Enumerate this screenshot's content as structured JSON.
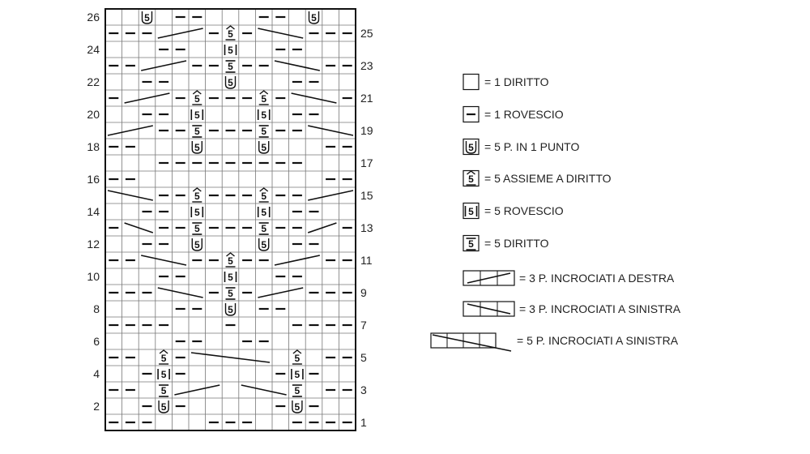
{
  "chart": {
    "cols": 15,
    "rows": 26,
    "right_row_numbers": [
      25,
      23,
      21,
      19,
      17,
      15,
      13,
      11,
      9,
      7,
      5,
      3,
      1
    ],
    "left_row_numbers": [
      26,
      24,
      22,
      20,
      18,
      16,
      14,
      12,
      10,
      8,
      6,
      4,
      2
    ],
    "purl_runs": {
      "1": [
        [
          1,
          3
        ],
        [
          7,
          9
        ],
        [
          12,
          15
        ]
      ],
      "2": [
        [
          3,
          3
        ],
        [
          5,
          5
        ],
        [
          11,
          11
        ],
        [
          13,
          13
        ]
      ],
      "3": [
        [
          1,
          2
        ],
        [
          4,
          4
        ],
        [
          12,
          12
        ],
        [
          14,
          15
        ]
      ],
      "4": [
        [
          3,
          3
        ],
        [
          5,
          5
        ],
        [
          11,
          11
        ],
        [
          13,
          13
        ]
      ],
      "5": [
        [
          1,
          2
        ],
        [
          4,
          5
        ],
        [
          12,
          12
        ],
        [
          14,
          15
        ]
      ],
      "6": [
        [
          5,
          6
        ],
        [
          9,
          10
        ]
      ],
      "7": [
        [
          1,
          4
        ],
        [
          8,
          8
        ],
        [
          12,
          15
        ]
      ],
      "8": [
        [
          5,
          6
        ],
        [
          10,
          11
        ]
      ],
      "9": [
        [
          1,
          3
        ],
        [
          7,
          7
        ],
        [
          9,
          9
        ],
        [
          13,
          15
        ]
      ],
      "10": [
        [
          4,
          5
        ],
        [
          11,
          12
        ]
      ],
      "11": [
        [
          1,
          2
        ],
        [
          6,
          7
        ],
        [
          9,
          10
        ],
        [
          14,
          15
        ]
      ],
      "12": [
        [
          3,
          4
        ],
        [
          6,
          6
        ],
        [
          10,
          10
        ],
        [
          12,
          13
        ]
      ],
      "13": [
        [
          1,
          1
        ],
        [
          4,
          5
        ],
        [
          7,
          9
        ],
        [
          11,
          12
        ],
        [
          15,
          15
        ]
      ],
      "14": [
        [
          3,
          4
        ],
        [
          6,
          6
        ],
        [
          10,
          10
        ],
        [
          12,
          13
        ]
      ],
      "15": [
        [
          4,
          5
        ],
        [
          7,
          9
        ],
        [
          11,
          12
        ]
      ],
      "16": [
        [
          1,
          2
        ],
        [
          14,
          15
        ]
      ],
      "17": [
        [
          4,
          12
        ]
      ],
      "18": [
        [
          1,
          2
        ],
        [
          14,
          15
        ]
      ],
      "19": [
        [
          4,
          5
        ],
        [
          7,
          9
        ],
        [
          11,
          12
        ]
      ],
      "20": [
        [
          3,
          4
        ],
        [
          6,
          6
        ],
        [
          10,
          10
        ],
        [
          12,
          13
        ]
      ],
      "21": [
        [
          1,
          1
        ],
        [
          5,
          5
        ],
        [
          7,
          9
        ],
        [
          11,
          11
        ],
        [
          15,
          15
        ]
      ],
      "22": [
        [
          3,
          4
        ],
        [
          12,
          13
        ]
      ],
      "23": [
        [
          1,
          2
        ],
        [
          6,
          7
        ],
        [
          9,
          10
        ],
        [
          14,
          15
        ]
      ],
      "24": [
        [
          4,
          5
        ],
        [
          11,
          12
        ]
      ],
      "25": [
        [
          1,
          3
        ],
        [
          7,
          7
        ],
        [
          9,
          9
        ],
        [
          13,
          15
        ]
      ],
      "26": [
        [
          5,
          6
        ],
        [
          10,
          11
        ]
      ]
    },
    "symbols": [
      {
        "row": 2,
        "col": 4,
        "type": "inc5"
      },
      {
        "row": 2,
        "col": 12,
        "type": "inc5"
      },
      {
        "row": 3,
        "col": 4,
        "type": "knit5"
      },
      {
        "row": 3,
        "col": 12,
        "type": "knit5"
      },
      {
        "row": 4,
        "col": 4,
        "type": "purl5"
      },
      {
        "row": 4,
        "col": 12,
        "type": "purl5"
      },
      {
        "row": 5,
        "col": 4,
        "type": "dec5"
      },
      {
        "row": 5,
        "col": 12,
        "type": "dec5"
      },
      {
        "row": 8,
        "col": 8,
        "type": "inc5"
      },
      {
        "row": 9,
        "col": 8,
        "type": "knit5"
      },
      {
        "row": 10,
        "col": 8,
        "type": "purl5"
      },
      {
        "row": 11,
        "col": 8,
        "type": "dec5"
      },
      {
        "row": 12,
        "col": 6,
        "type": "inc5"
      },
      {
        "row": 12,
        "col": 10,
        "type": "inc5"
      },
      {
        "row": 13,
        "col": 6,
        "type": "knit5"
      },
      {
        "row": 13,
        "col": 10,
        "type": "knit5"
      },
      {
        "row": 14,
        "col": 6,
        "type": "purl5"
      },
      {
        "row": 14,
        "col": 10,
        "type": "purl5"
      },
      {
        "row": 15,
        "col": 6,
        "type": "dec5"
      },
      {
        "row": 15,
        "col": 10,
        "type": "dec5"
      },
      {
        "row": 18,
        "col": 6,
        "type": "inc5"
      },
      {
        "row": 18,
        "col": 10,
        "type": "inc5"
      },
      {
        "row": 19,
        "col": 6,
        "type": "knit5"
      },
      {
        "row": 19,
        "col": 10,
        "type": "knit5"
      },
      {
        "row": 20,
        "col": 6,
        "type": "purl5"
      },
      {
        "row": 20,
        "col": 10,
        "type": "purl5"
      },
      {
        "row": 21,
        "col": 6,
        "type": "dec5"
      },
      {
        "row": 21,
        "col": 10,
        "type": "dec5"
      },
      {
        "row": 22,
        "col": 8,
        "type": "inc5"
      },
      {
        "row": 23,
        "col": 8,
        "type": "knit5"
      },
      {
        "row": 24,
        "col": 8,
        "type": "purl5"
      },
      {
        "row": 25,
        "col": 8,
        "type": "dec5"
      },
      {
        "row": 26,
        "col": 3,
        "type": "inc5"
      },
      {
        "row": 26,
        "col": 13,
        "type": "inc5"
      }
    ],
    "cables": [
      {
        "row": 3,
        "from": 5,
        "to": 7,
        "dir": "right"
      },
      {
        "row": 3,
        "from": 9,
        "to": 11,
        "dir": "left"
      },
      {
        "row": 5,
        "from": 6,
        "to": 10,
        "dir": "left"
      },
      {
        "row": 9,
        "from": 4,
        "to": 6,
        "dir": "left"
      },
      {
        "row": 9,
        "from": 10,
        "to": 12,
        "dir": "right"
      },
      {
        "row": 11,
        "from": 3,
        "to": 5,
        "dir": "left"
      },
      {
        "row": 11,
        "from": 11,
        "to": 13,
        "dir": "right"
      },
      {
        "row": 13,
        "from": 2,
        "to": 3,
        "dir": "left"
      },
      {
        "row": 13,
        "from": 13,
        "to": 14,
        "dir": "right"
      },
      {
        "row": 15,
        "from": 1,
        "to": 3,
        "dir": "left"
      },
      {
        "row": 15,
        "from": 13,
        "to": 15,
        "dir": "right"
      },
      {
        "row": 19,
        "from": 1,
        "to": 3,
        "dir": "right"
      },
      {
        "row": 19,
        "from": 13,
        "to": 15,
        "dir": "left"
      },
      {
        "row": 21,
        "from": 2,
        "to": 4,
        "dir": "right"
      },
      {
        "row": 21,
        "from": 12,
        "to": 14,
        "dir": "left"
      },
      {
        "row": 23,
        "from": 3,
        "to": 5,
        "dir": "right"
      },
      {
        "row": 23,
        "from": 11,
        "to": 13,
        "dir": "left"
      },
      {
        "row": 25,
        "from": 4,
        "to": 6,
        "dir": "right"
      },
      {
        "row": 25,
        "from": 10,
        "to": 12,
        "dir": "left"
      }
    ]
  },
  "legend": [
    {
      "kind": "knit",
      "label": "= 1 DIRITTO"
    },
    {
      "kind": "purl",
      "label": "= 1 ROVESCIO"
    },
    {
      "kind": "inc5",
      "label": "= 5 P. IN 1 PUNTO"
    },
    {
      "kind": "dec5",
      "label": "= 5 ASSIEME A DIRITTO"
    },
    {
      "kind": "purl5",
      "label": "= 5 ROVESCIO"
    },
    {
      "kind": "knit5",
      "label": "= 5 DIRITTO"
    },
    {
      "kind": "cable3r",
      "label": "= 3 P. INCROCIATI A DESTRA"
    },
    {
      "kind": "cable3l",
      "label": "= 3 P. INCROCIATI A SINISTRA"
    },
    {
      "kind": "cable5l",
      "label": "= 5 P. INCROCIATI A SINISTRA"
    }
  ],
  "glyph_text": {
    "five": "5"
  }
}
